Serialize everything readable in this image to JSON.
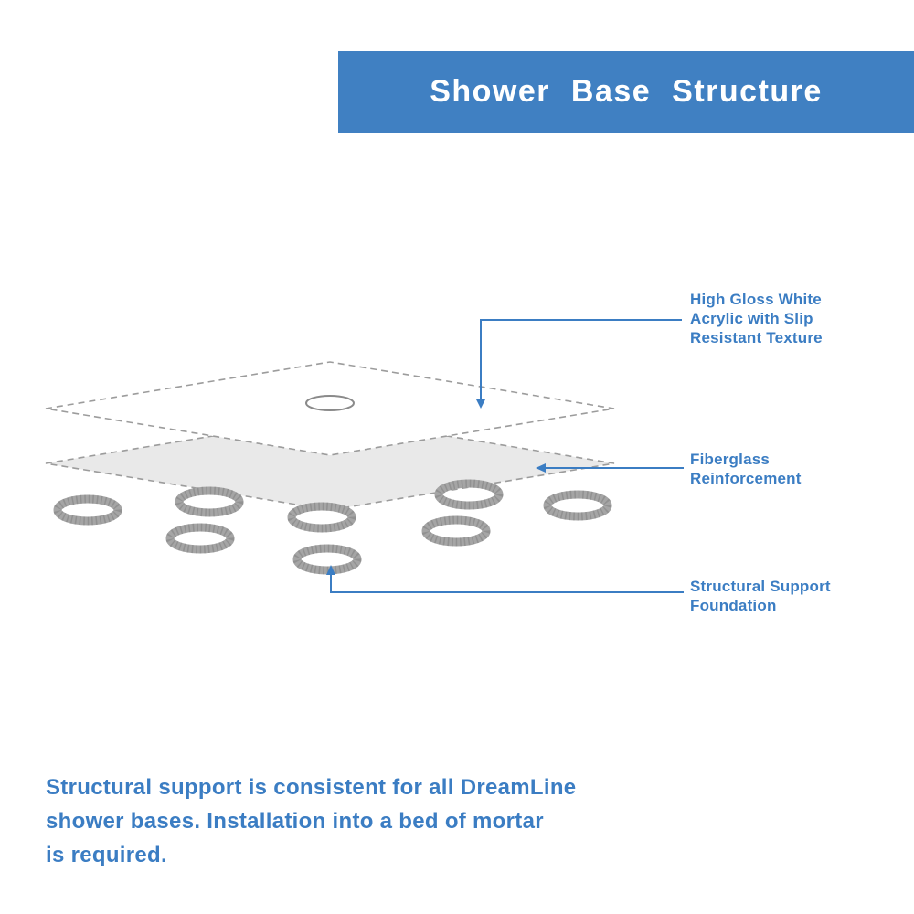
{
  "colors": {
    "accent_blue": "#3b7dc3",
    "banner_blue": "#4080c2",
    "banner_text": "#ffffff",
    "layer_gray": "#e9e9e9",
    "ring_gray": "#a5a5a5",
    "outline_gray": "#9c9c9c"
  },
  "banner": {
    "title": "Shower Base Structure"
  },
  "callouts": {
    "acrylic": {
      "lines": [
        "High Gloss White",
        "Acrylic with Slip",
        "Resistant Texture"
      ]
    },
    "fiberglass": {
      "lines": [
        "Fiberglass",
        "Reinforcement"
      ]
    },
    "support": {
      "lines": [
        "Structural Support",
        "Foundation"
      ]
    }
  },
  "footer": {
    "lines": [
      "Structural support is consistent for all DreamLine",
      "shower bases. Installation into a bed of mortar",
      "is required."
    ]
  }
}
